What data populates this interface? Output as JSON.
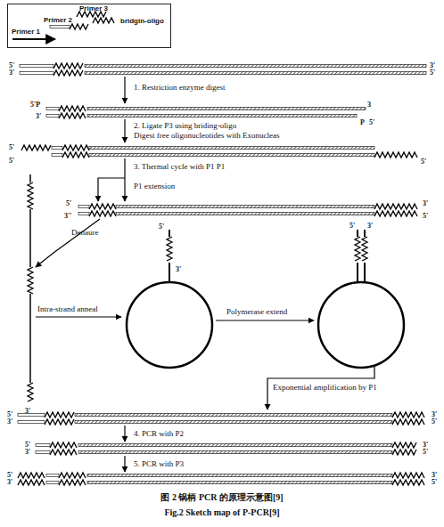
{
  "diagram": {
    "caption": "图 2 锅柄 PCR 的原理示意图[9]",
    "nodes": [
      {
        "text": [
          "Primer 3",
          "Primer 2",
          "Primer 1",
          "bridgin-oligo"
        ]
      }
    ],
    "labels": [
      "5'",
      "3'",
      "3'",
      "5'",
      "1. Restriction enzyme digest",
      "5'P",
      "3'",
      "3",
      "P",
      "5'",
      "2. Ligate P3 using briding-oligo",
      "Digest free oligonucleotides with Exonucleas",
      "5'",
      "5'",
      "5'",
      "3. Thermal cycle with P1  P1",
      "P1 extension",
      "5'",
      "3''",
      "3'",
      "5'",
      "Denaure",
      "Intra-strand anneal",
      "Polymerase extend",
      "3'",
      "5'",
      "3'",
      "5'",
      "3'",
      "Exponential amplification by P1",
      "5'",
      "3'",
      "3'",
      "5'",
      "4. PCR with P2",
      "5'",
      "3'",
      "3'",
      "5'",
      "5. PCR with P3",
      "5'",
      "3'",
      "3'",
      "5'",
      "Fig.2 Sketch map of P-PCR[9]"
    ]
  }
}
